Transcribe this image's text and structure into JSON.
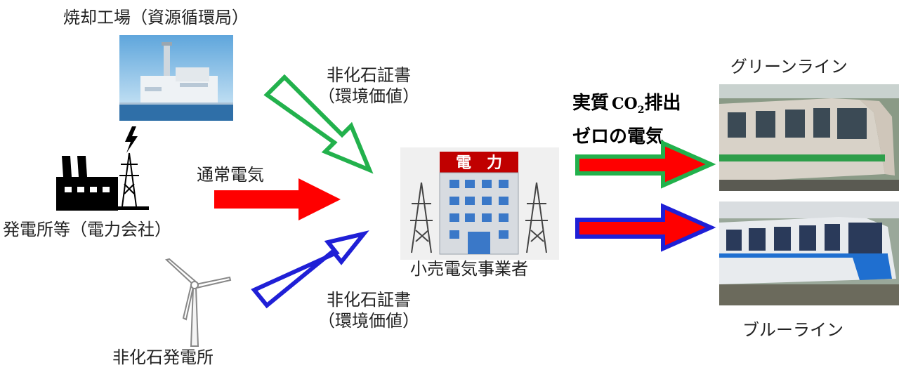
{
  "labels": {
    "incinerator": "焼却工場（資源循環局）",
    "power_company": "発電所等（電力会社）",
    "non_fossil_plant": "非化石発電所",
    "retailer": "小売電気事業者",
    "cert_top_line1": "非化石証書",
    "cert_top_line2": "（環境価値）",
    "cert_bottom_line1": "非化石証書",
    "cert_bottom_line2": "（環境価値）",
    "normal_electricity": "通常電気",
    "zero_line1_a": "実質",
    "zero_line1_b": "CO",
    "zero_line1_sub": "2",
    "zero_line1_c": "排出",
    "zero_line2": "ゼロの電気",
    "green_line": "グリーンライン",
    "blue_line": "ブルーライン",
    "building_sign": "電　力"
  },
  "colors": {
    "green_outline": "#22b14c",
    "blue_outline": "#1f1fd6",
    "red_fill": "#ff0000",
    "building_sign": "#c00000",
    "building_window": "#3a78c8"
  },
  "icons": [
    "incinerator-photo",
    "factory-icon",
    "lightning-icon",
    "transmission-tower-icon",
    "wind-turbine-icon",
    "power-company-building-icon",
    "green-line-train-photo",
    "blue-line-train-photo"
  ]
}
